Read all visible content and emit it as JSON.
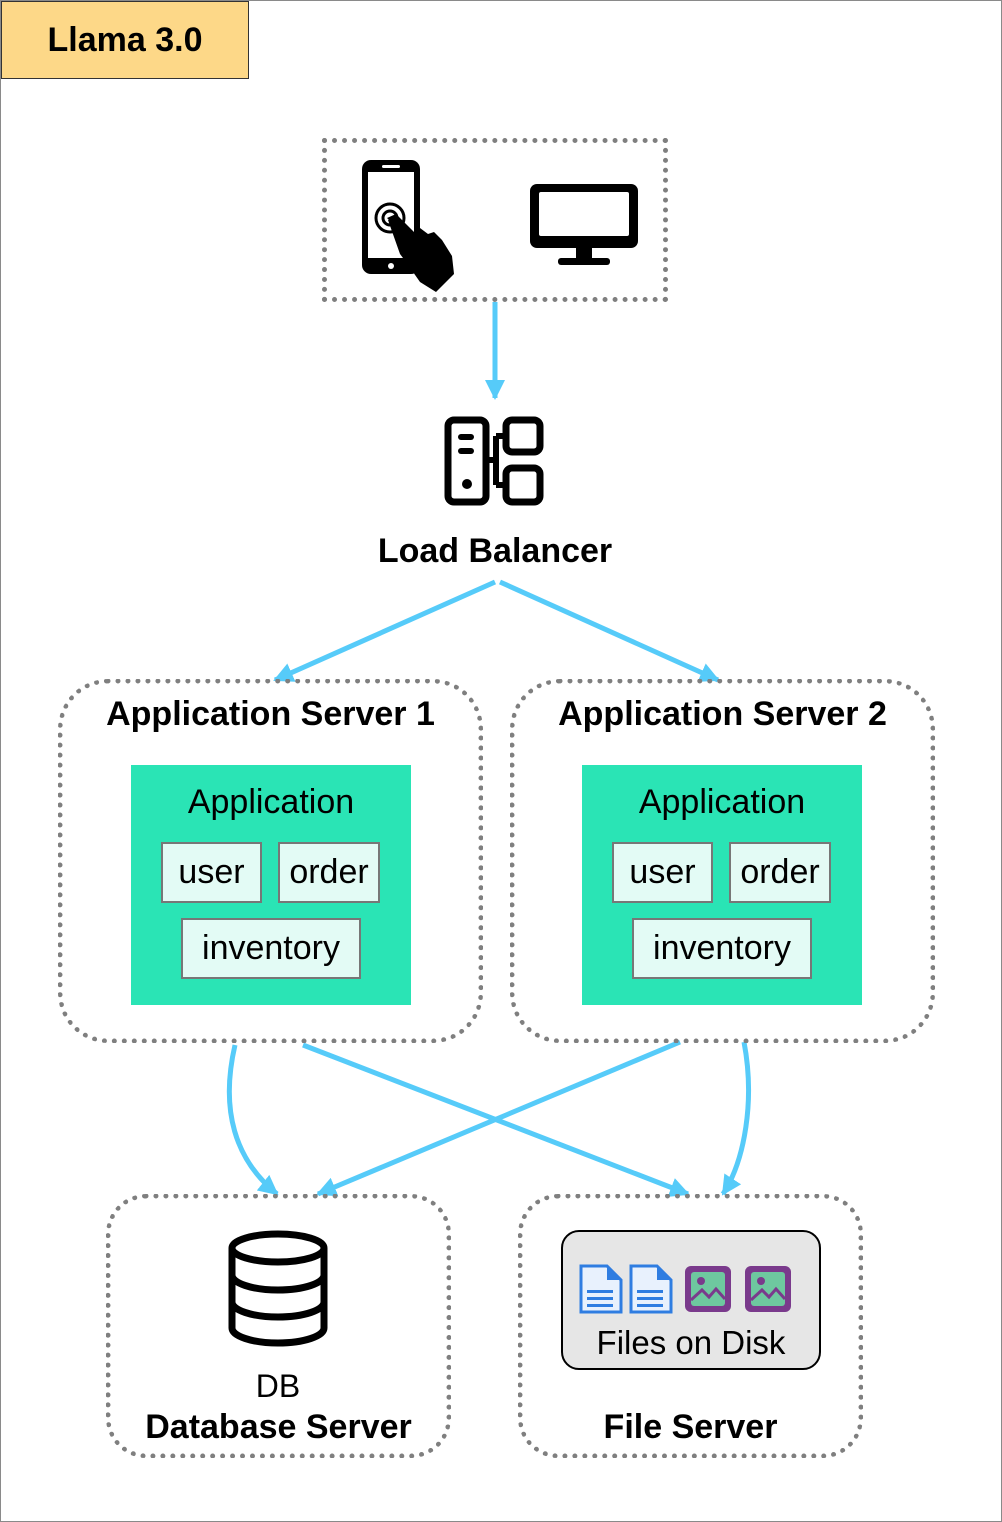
{
  "title_tag": "Llama 3.0",
  "clients": {
    "icons": [
      "smartphone-touch-icon",
      "desktop-monitor-icon"
    ]
  },
  "load_balancer": {
    "icon": "load-balancer-icon",
    "label": "Load Balancer"
  },
  "app_servers": [
    {
      "title": "Application Server 1",
      "application": "Application",
      "modules": [
        "user",
        "order",
        "inventory"
      ]
    },
    {
      "title": "Application Server 2",
      "application": "Application",
      "modules": [
        "user",
        "order",
        "inventory"
      ]
    }
  ],
  "database_server": {
    "icon": "database-icon",
    "db_label": "DB",
    "title": "Database Server"
  },
  "file_server": {
    "icons": [
      "document-icon",
      "document-icon",
      "image-file-icon",
      "image-file-icon"
    ],
    "files_label": "Files on Disk",
    "title": "File Server"
  },
  "colors": {
    "arrow": "#56cbf9",
    "title_tag_bg": "#fdd888",
    "application_bg": "#2ae4b5",
    "module_bg": "#e3fbf5",
    "files_panel_bg": "#e6e6e6",
    "dotted_border": "#7f7f7f"
  }
}
